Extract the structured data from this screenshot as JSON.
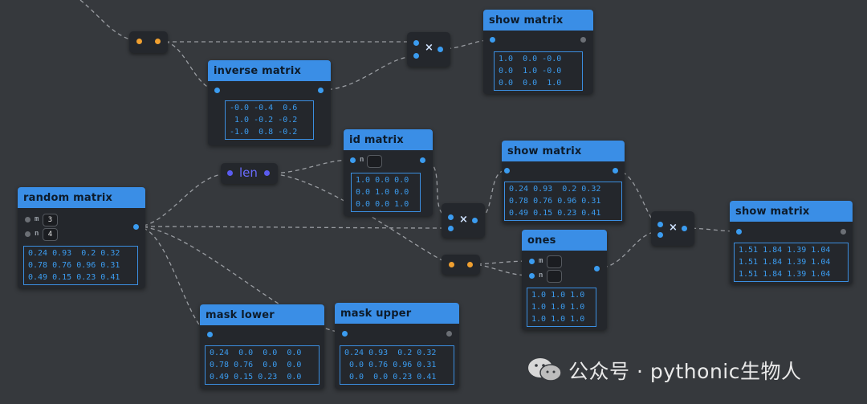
{
  "nodes": {
    "show_matrix_top": {
      "title": "show matrix",
      "matrix": "1.0  0.0 -0.0\n0.0  1.0 -0.0\n0.0  0.0  1.0"
    },
    "inverse_matrix": {
      "title": "inverse matrix",
      "matrix": "-0.0 -0.4  0.6\n 1.0 -0.2 -0.2\n-1.0  0.8 -0.2"
    },
    "id_matrix": {
      "title": "id matrix",
      "param_n_label": "n",
      "matrix": "1.0 0.0 0.0\n0.0 1.0 0.0\n0.0 0.0 1.0"
    },
    "show_matrix_mid": {
      "title": "show matrix",
      "matrix": "0.24 0.93  0.2 0.32\n0.78 0.76 0.96 0.31\n0.49 0.15 0.23 0.41"
    },
    "random_matrix": {
      "title": "random matrix",
      "param_m_label": "m",
      "param_m_value": "3",
      "param_n_label": "n",
      "param_n_value": "4",
      "matrix": "0.24 0.93  0.2 0.32\n0.78 0.76 0.96 0.31\n0.49 0.15 0.23 0.41"
    },
    "ones": {
      "title": "ones",
      "param_m_label": "m",
      "param_n_label": "n",
      "matrix": "1.0 1.0 1.0\n1.0 1.0 1.0\n1.0 1.0 1.0"
    },
    "show_matrix_right": {
      "title": "show matrix",
      "matrix": "1.51 1.84 1.39 1.04\n1.51 1.84 1.39 1.04\n1.51 1.84 1.39 1.04"
    },
    "mask_lower": {
      "title": "mask lower",
      "matrix": "0.24  0.0  0.0  0.0\n0.78 0.76  0.0  0.0\n0.49 0.15 0.23  0.0"
    },
    "mask_upper": {
      "title": "mask upper",
      "matrix": "0.24 0.93  0.2 0.32\n 0.0 0.76 0.96 0.31\n 0.0  0.0 0.23 0.41"
    },
    "len": {
      "label": "len"
    }
  },
  "operators": {
    "multiply_symbol": "×"
  },
  "watermark": {
    "text": "公众号 · pythonic生物人"
  },
  "colors": {
    "background": "#36393d",
    "node_body": "#24272c",
    "header": "#3a8ee6",
    "port": "#3b9cf0",
    "port_inactive": "#6b6f75",
    "reroute_port": "#f0a030",
    "wire": "#9a9da2",
    "len_text": "#6a6cff"
  }
}
